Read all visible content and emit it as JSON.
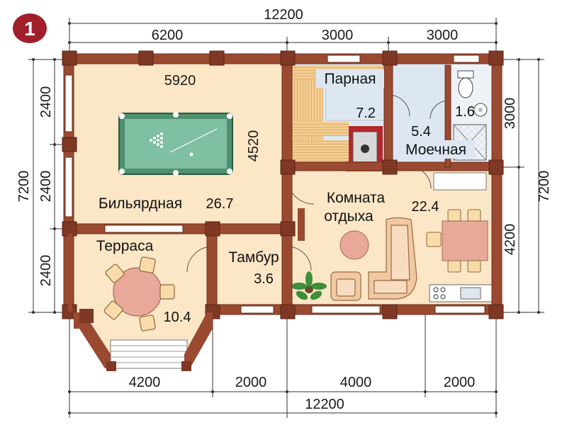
{
  "plan_number": "1",
  "dimensions": {
    "top_total": "12200",
    "top_left": "6200",
    "top_mid": "3000",
    "top_right": "3000",
    "inner_width": "5920",
    "inner_height": "4520",
    "left_total": "7200",
    "left_top": "2400",
    "left_mid": "2400",
    "left_bottom": "2400",
    "right_total": "7200",
    "right_top": "3000",
    "right_bottom": "4200",
    "bottom_1": "4200",
    "bottom_2": "2000",
    "bottom_3": "4000",
    "bottom_4": "2000",
    "bottom_total": "12200"
  },
  "rooms": {
    "billiard": {
      "name": "Бильярдная",
      "area": "26.7"
    },
    "steam": {
      "name": "Парная",
      "area": "7.2"
    },
    "wash": {
      "name": "Моечная",
      "area": "5.4"
    },
    "wc": {
      "area": "1.6"
    },
    "rest": {
      "name_line1": "Комната",
      "name_line2": "отдыха",
      "area": "22.4"
    },
    "terrace": {
      "name": "Терраса",
      "area": "10.4"
    },
    "vestibule": {
      "name": "Тамбур",
      "area": "3.6"
    }
  },
  "colors": {
    "wall": "#9a4a30",
    "wall_dark": "#6e2f1c",
    "floor": "#fbe6c6",
    "sauna_wood": "#f1c98e",
    "wet_floor": "#dde7f2",
    "billiard_cloth": "#7fbfa2",
    "brick": "#b3272d",
    "badge": "#a01f2b"
  }
}
